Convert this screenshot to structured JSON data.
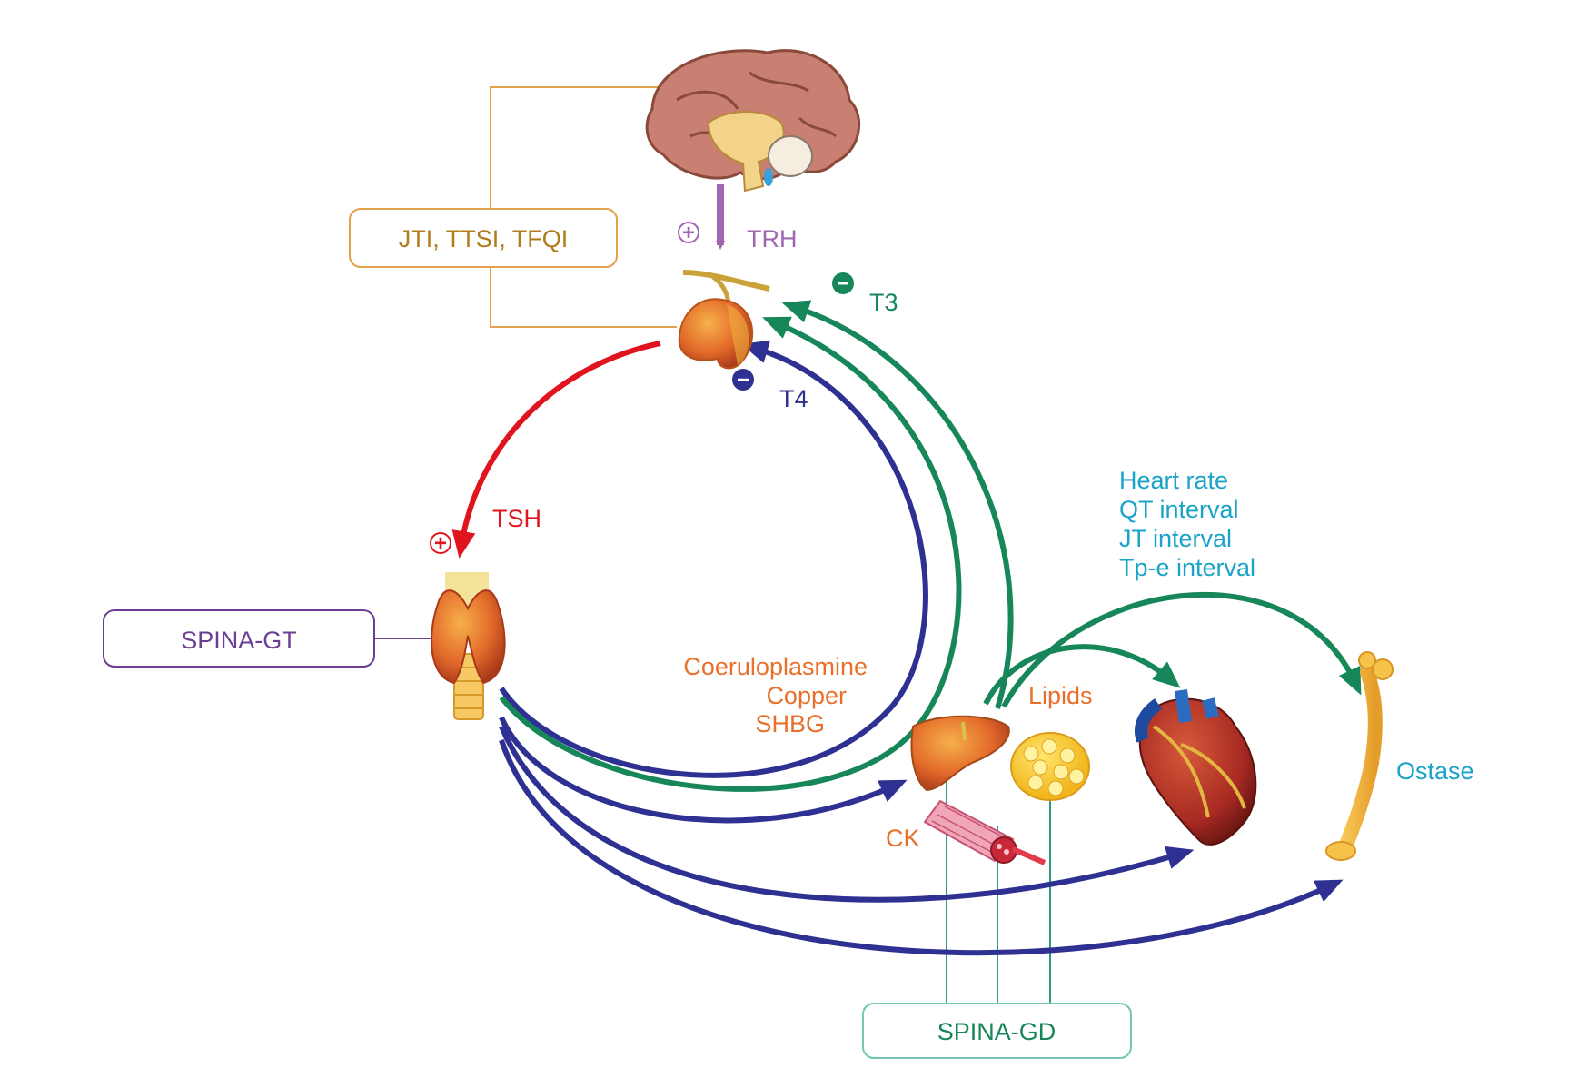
{
  "boxes": {
    "hypothalamus_indices": "JTI, TTSI, TFQI",
    "thyroid_index": "SPINA-GT",
    "deiodinase_index": "SPINA-GD"
  },
  "hormones": {
    "trh": "TRH",
    "tsh": "TSH",
    "t3": "T3",
    "t4": "T4"
  },
  "signs": {
    "plus": "+",
    "minus": "−"
  },
  "liver_markers": [
    "Coeruloplasmine",
    "Copper",
    "SHBG"
  ],
  "tissue_markers": {
    "lipids": "Lipids",
    "ck": "CK",
    "bone": "Ostase"
  },
  "cardiac_markers": [
    "Heart rate",
    "QT interval",
    "JT interval",
    "Tp-e interval"
  ],
  "colors": {
    "trh": "#a066b0",
    "tsh": "#e0141e",
    "t3": "#17875a",
    "t4": "#2e3192",
    "orange_box": "#e3a24a",
    "purple_box": "#6b3f93",
    "teal_box": "#74c6b4",
    "teal_line": "#2f9b86",
    "orange_text": "#e8702a",
    "cyan_text": "#1aa3c8",
    "olive_text": "#b07c1c"
  },
  "icons": [
    "brain-icon",
    "pituitary-icon",
    "thyroid-icon",
    "liver-icon",
    "adipose-icon",
    "muscle-icon",
    "heart-icon",
    "bone-icon"
  ]
}
